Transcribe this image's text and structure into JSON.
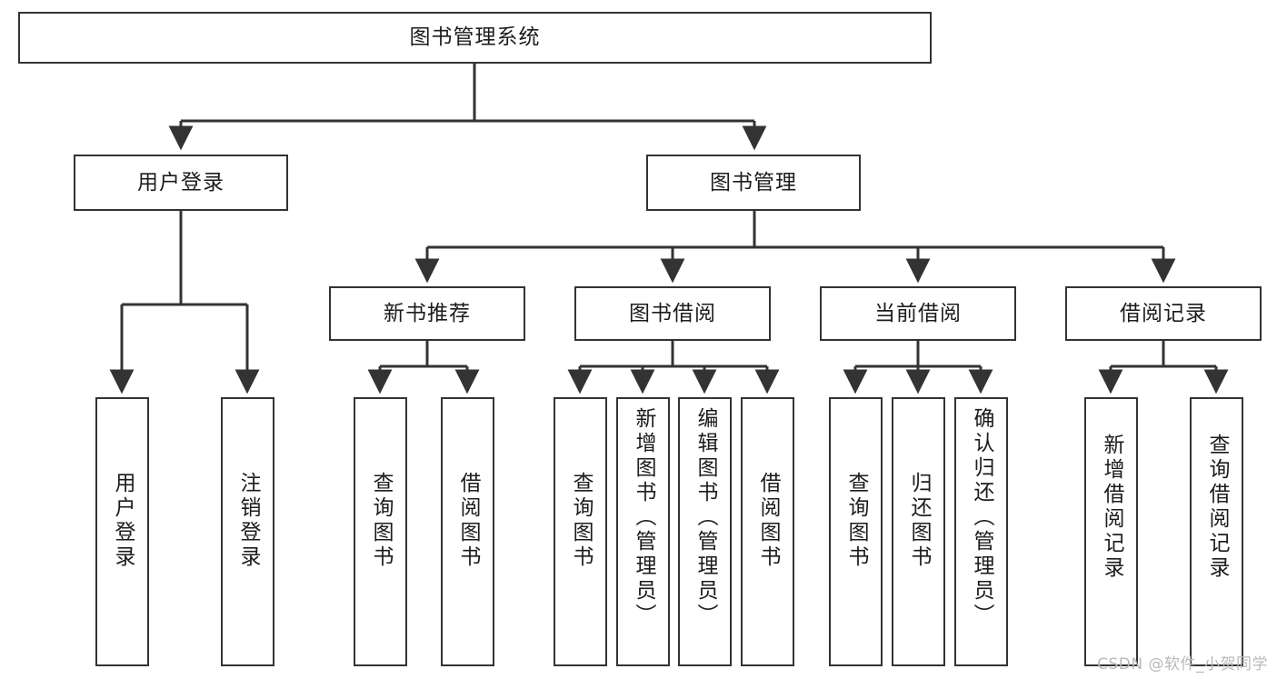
{
  "diagram": {
    "type": "tree",
    "title": "图书管理系统",
    "orientation": "top-down",
    "colors": {
      "box_border": "#333333",
      "box_fill": "#ffffff",
      "line": "#333333",
      "text": "#1c1c1c",
      "watermark": "#b9b9b9",
      "background": "#ffffff"
    },
    "root": {
      "label": "图书管理系统",
      "children": [
        {
          "label": "用户登录",
          "children": [
            {
              "label": "用户登录"
            },
            {
              "label": "注销登录"
            }
          ]
        },
        {
          "label": "图书管理",
          "children": [
            {
              "label": "新书推荐",
              "children": [
                {
                  "label": "查询图书"
                },
                {
                  "label": "借阅图书"
                }
              ]
            },
            {
              "label": "图书借阅",
              "children": [
                {
                  "label": "查询图书"
                },
                {
                  "label": "新增图书（管理员）"
                },
                {
                  "label": "编辑图书（管理员）"
                },
                {
                  "label": "借阅图书"
                }
              ]
            },
            {
              "label": "当前借阅",
              "children": [
                {
                  "label": "查询图书"
                },
                {
                  "label": "归还图书"
                },
                {
                  "label": "确认归还（管理员）"
                }
              ]
            },
            {
              "label": "借阅记录",
              "children": [
                {
                  "label": "新增借阅记录"
                },
                {
                  "label": "查询借阅记录"
                }
              ]
            }
          ]
        }
      ]
    }
  },
  "nodes": {
    "root": "图书管理系统",
    "l1": {
      "user_login": "用户登录",
      "book_manage": "图书管理"
    },
    "l2": {
      "new_book_rec": "新书推荐",
      "book_borrow": "图书借阅",
      "current_borrow": "当前借阅",
      "borrow_record": "借阅记录"
    },
    "leaves": {
      "user_login": "用户登录",
      "logout": "注销登录",
      "query_book_a": "查询图书",
      "borrow_book_a": "借阅图书",
      "query_book_b": "查询图书",
      "add_book_admin": "新增图书（管理员）",
      "edit_book_admin": "编辑图书（管理员）",
      "borrow_book_b": "借阅图书",
      "query_book_c": "查询图书",
      "return_book": "归还图书",
      "confirm_return_admin": "确认归还（管理员）",
      "add_borrow_record": "新增借阅记录",
      "query_borrow_record": "查询借阅记录"
    }
  },
  "watermark": "CSDN @软件_小贺同学"
}
